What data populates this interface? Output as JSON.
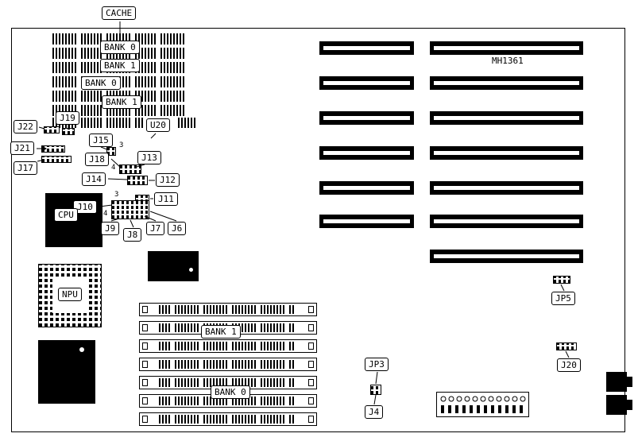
{
  "board": {
    "model": "MH1361"
  },
  "callouts": {
    "cache": "CACHE",
    "u20": "U20",
    "j19": "J19",
    "j22": "J22",
    "j21": "J21",
    "j17": "J17",
    "j15": "J15",
    "j18": "J18",
    "j14": "J14",
    "j13": "J13",
    "j12": "J12",
    "j11": "J11",
    "j10": "J10",
    "j9": "J9",
    "j8": "J8",
    "j7": "J7",
    "j6": "J6",
    "cpu": "CPU",
    "npu": "NPU",
    "jp5": "JP5",
    "j20": "J20",
    "jp3": "JP3",
    "j4": "J4"
  },
  "cache_banks": [
    "BANK 0",
    "BANK 1",
    "BANK 0",
    "BANK 1"
  ],
  "simm_banks": {
    "bank1": "BANK 1",
    "bank0": "BANK 0"
  },
  "pin_numbers": {
    "three": "3",
    "four": "4"
  }
}
